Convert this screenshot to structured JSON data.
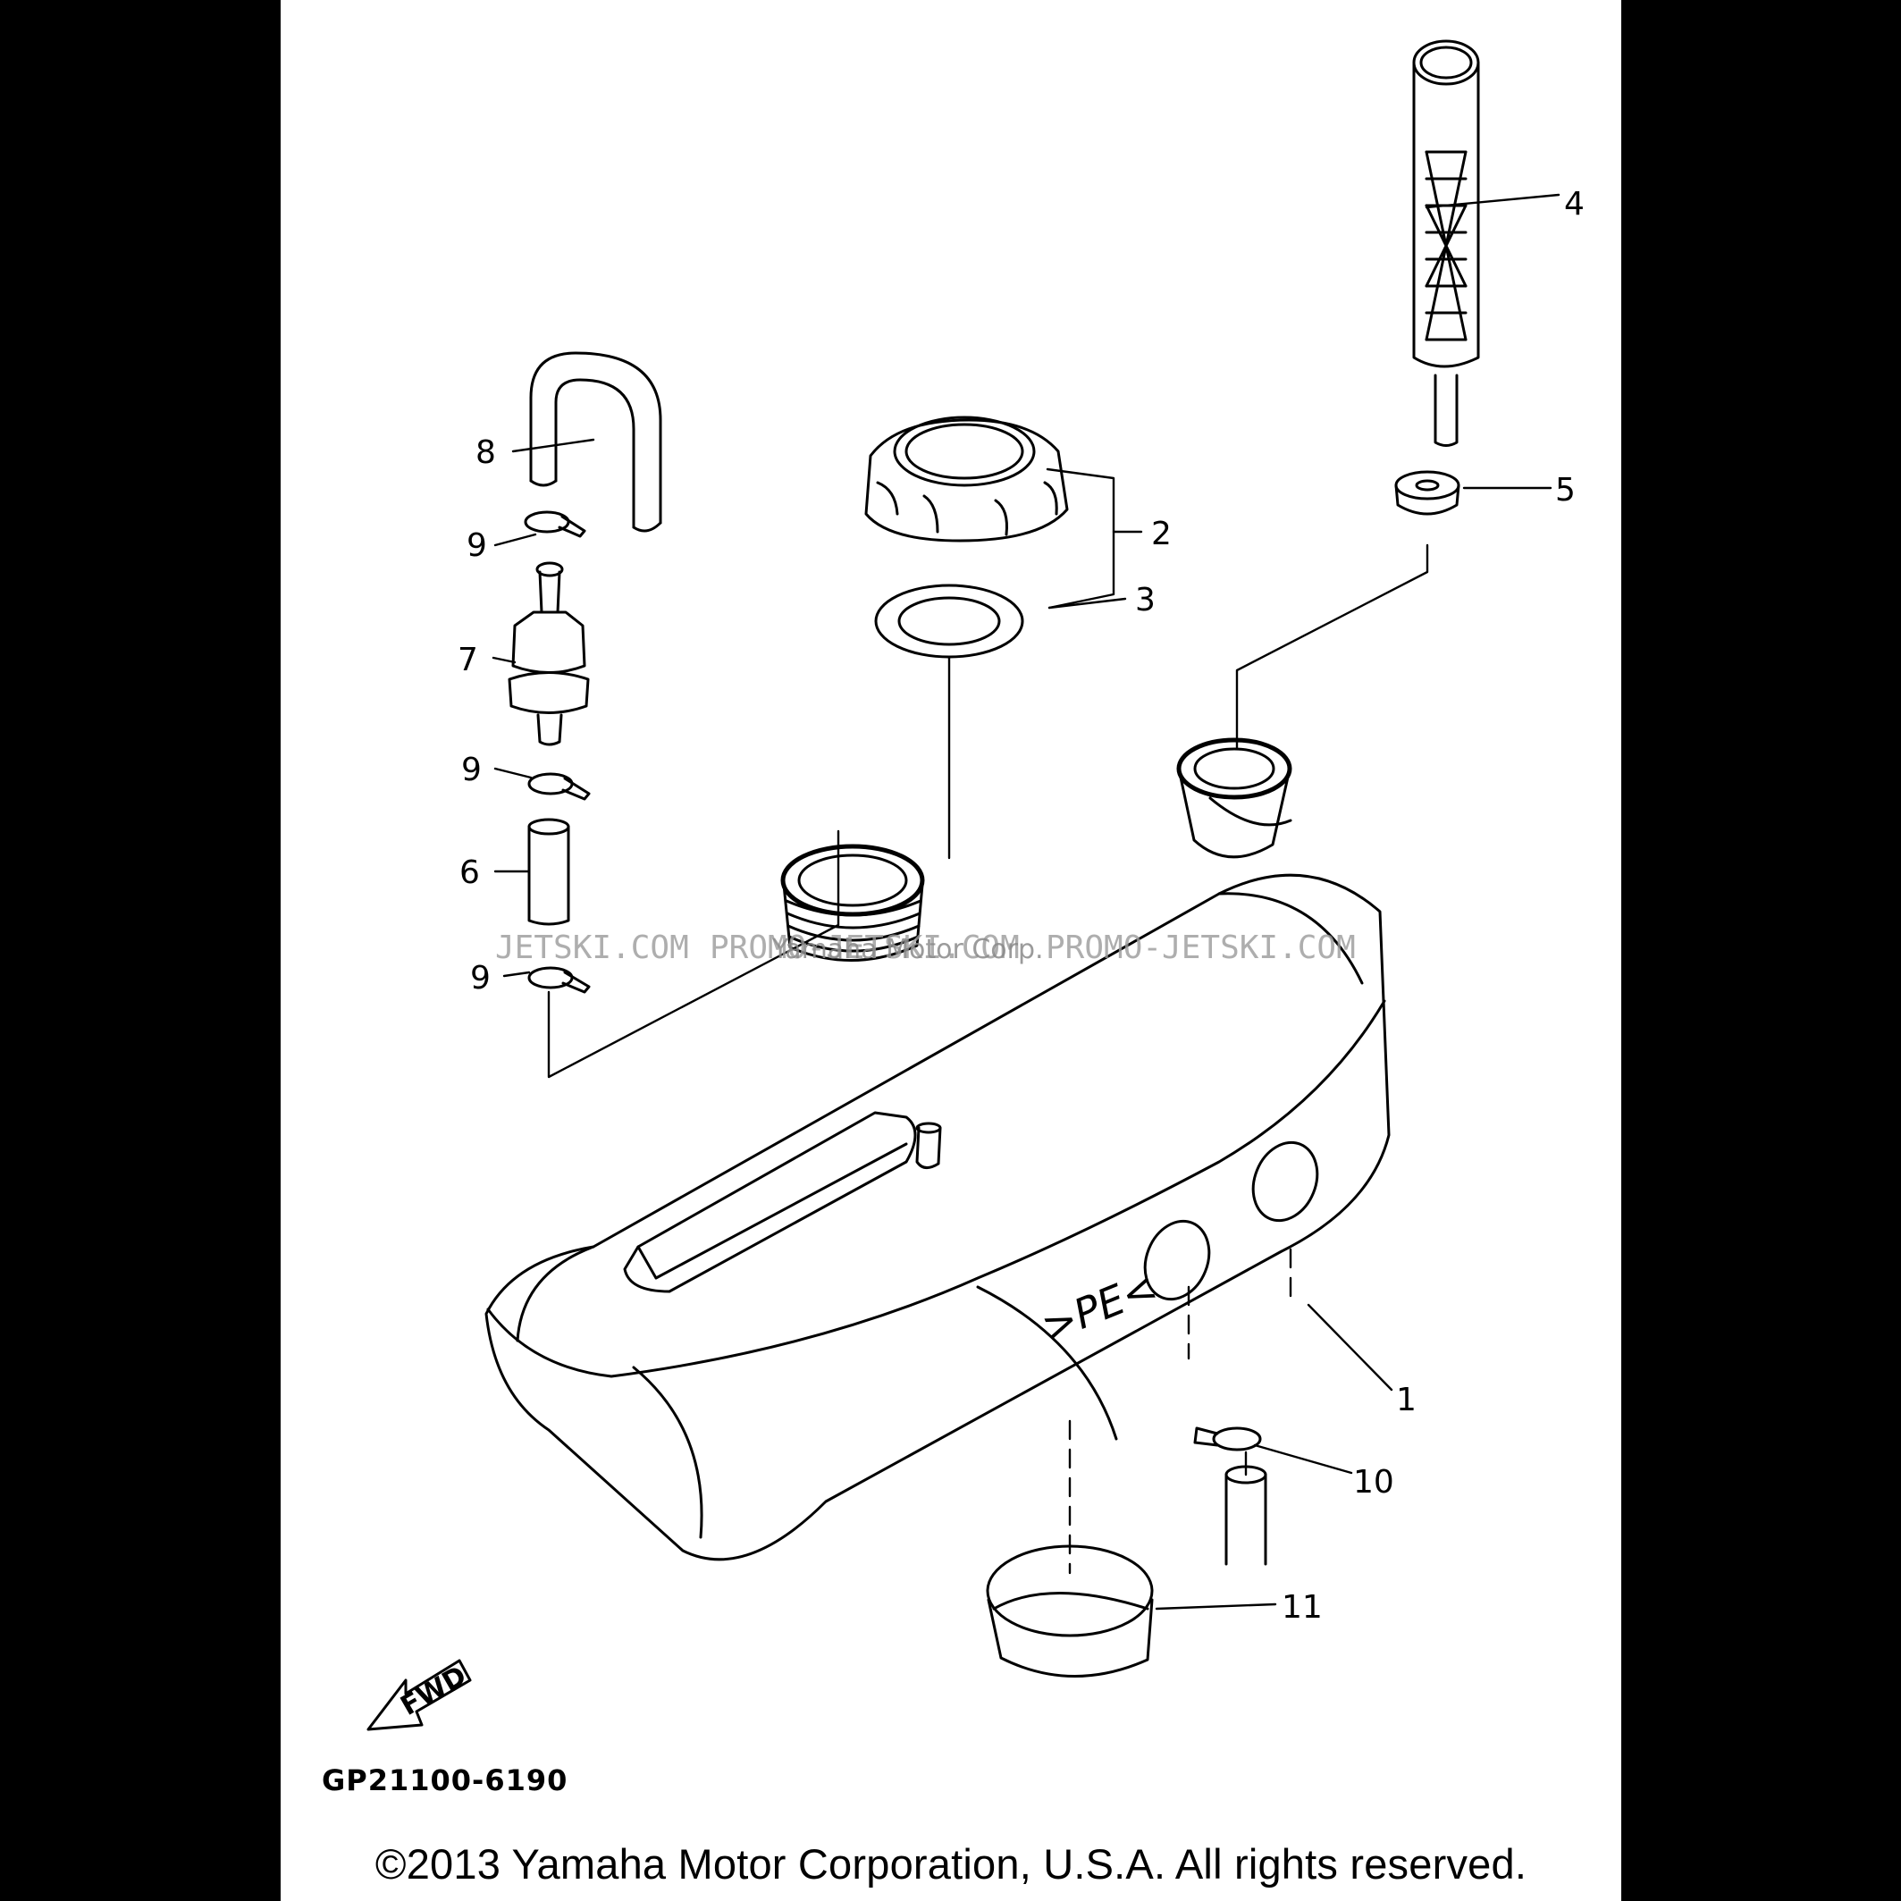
{
  "diagram_code": "GP21100-6190",
  "fwd_label": "FWD",
  "tank_marking": ">PE<",
  "watermark": {
    "left": "JETSKI.COM",
    "middle": "PROMO-JETSKI.COM",
    "right": "PROMO-JETSKI.COM",
    "overlay": "Yamaha Motor Corp."
  },
  "callouts": [
    "1",
    "2",
    "3",
    "4",
    "5",
    "6",
    "7",
    "8",
    "9",
    "9",
    "9",
    "10",
    "11"
  ],
  "copyright": "©2013 Yamaha Motor Corporation, U.S.A. All rights reserved.",
  "colors": {
    "background": "#000000",
    "sheet": "#ffffff",
    "ink": "#000000",
    "watermark": "#9a9a9a"
  }
}
